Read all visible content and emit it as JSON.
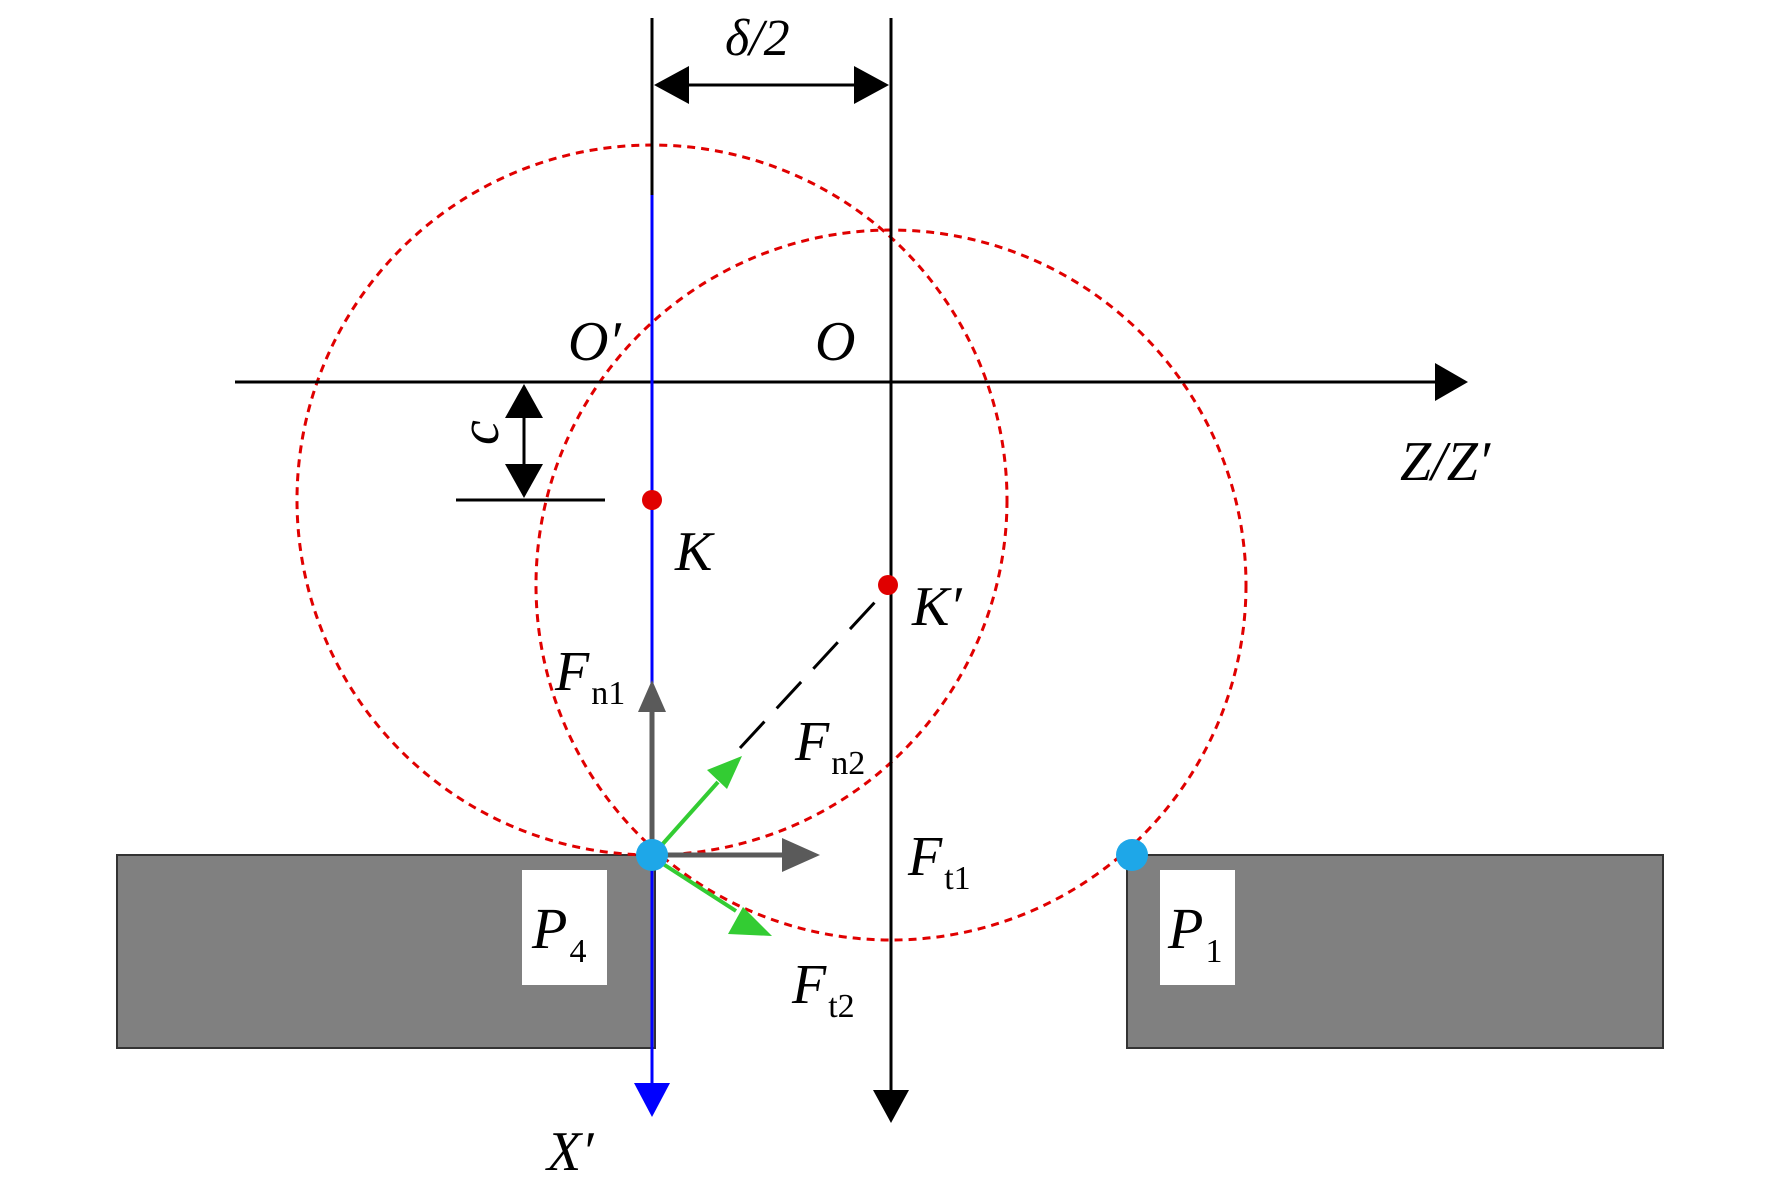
{
  "labels": {
    "delta_half": "δ/2",
    "O_prime": "O′",
    "O": "O",
    "Z_axis": "Z/Z′",
    "c": "c",
    "K": "K",
    "K_prime": "K′",
    "F_n1": {
      "base": "F",
      "sub": "n1"
    },
    "F_n2": {
      "base": "F",
      "sub": "n2"
    },
    "F_t1": {
      "base": "F",
      "sub": "t1"
    },
    "F_t2": {
      "base": "F",
      "sub": "t2"
    },
    "P4": {
      "base": "P",
      "sub": "4"
    },
    "P1": {
      "base": "P",
      "sub": "1"
    },
    "X_prime": "X′"
  },
  "colors": {
    "axis": "#000000",
    "blue_axis": "#0000ff",
    "circle": "#e00000",
    "block": "#808080",
    "contact_point": "#1ea7e8",
    "center_point": "#e00000",
    "force_gray": "#5a5a5a",
    "force_green": "#33cc33"
  }
}
